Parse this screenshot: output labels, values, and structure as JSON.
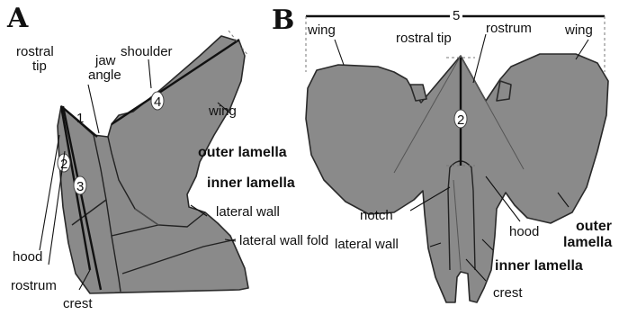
{
  "panels": {
    "a": {
      "letter": "A",
      "labels": {
        "rostral_tip_1": "rostral",
        "rostral_tip_2": "tip",
        "jaw_angle_1": "jaw",
        "jaw_angle_2": "angle",
        "shoulder": "shoulder",
        "wing": "wing",
        "outer_lamella": "outer lamella",
        "inner_lamella": "inner lamella",
        "lateral_wall": "lateral wall",
        "lateral_wall_fold": "lateral wall fold",
        "hood": "hood",
        "rostrum": "rostrum",
        "crest": "crest"
      },
      "measurements": [
        "1",
        "2",
        "3",
        "4"
      ]
    },
    "b": {
      "letter": "B",
      "labels": {
        "wing_left": "wing",
        "rostral_tip": "rostral tip",
        "rostrum": "rostrum",
        "wing_right": "wing",
        "notch": "notch",
        "hood": "hood",
        "outer_lamella_1": "outer",
        "outer_lamella_2": "lamella",
        "lateral_wall": "lateral wall",
        "inner_lamella": "inner lamella",
        "crest": "crest"
      },
      "measurements": [
        "5",
        "2"
      ]
    }
  },
  "colors": {
    "fill": "#8a8a8a",
    "outline": "#2a2a2a",
    "text": "#111111"
  }
}
